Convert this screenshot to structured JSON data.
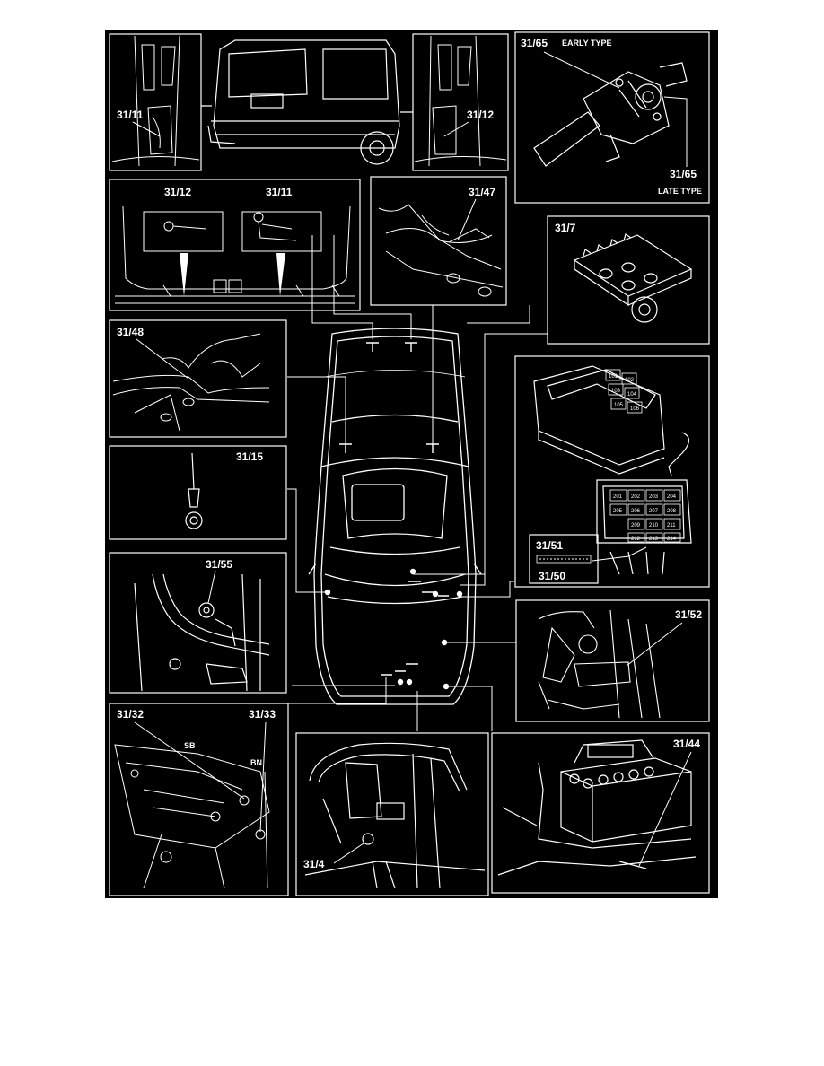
{
  "labels": {
    "p3111": "31/11",
    "p3112": "31/12",
    "p3165_early": "31/65",
    "early_type": "EARLY TYPE",
    "p3165_late": "31/65",
    "late_type": "LATE TYPE",
    "p3112b": "31/12",
    "p3111b": "31/11",
    "p3147": "31/47",
    "p317": "31/7",
    "p3148": "31/48",
    "p3115": "31/15",
    "p3151": "31/51",
    "p3150": "31/50",
    "p3155": "31/55",
    "p3152": "31/52",
    "p3132": "31/32",
    "p3133": "31/33",
    "sb": "SB",
    "bn": "BN",
    "p314": "31/4",
    "p3144": "31/44"
  },
  "fuses_upper": [
    "101",
    "102",
    "103",
    "104",
    "105",
    "106"
  ],
  "fuses_lower": [
    "201",
    "202",
    "203",
    "204",
    "205",
    "206",
    "207",
    "208",
    "209",
    "210",
    "211",
    "212",
    "213",
    "214"
  ],
  "colors": {
    "background": "#000000",
    "line": "#ffffff",
    "page": "#ffffff"
  }
}
